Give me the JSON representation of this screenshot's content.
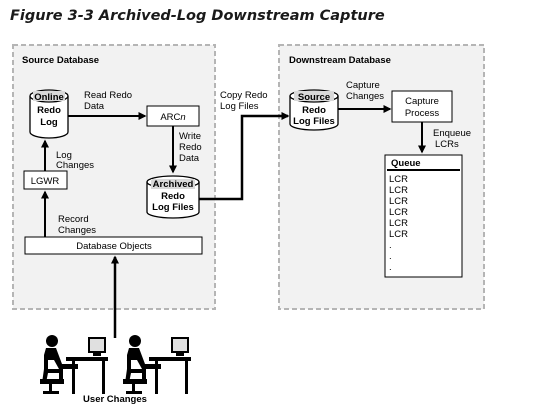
{
  "figure_title": "Figure 3-3 Archived-Log Downstream Capture",
  "source_db": {
    "title": "Source Database",
    "online_redo": [
      "Online",
      "Redo",
      "Log"
    ],
    "read_redo": [
      "Read Redo",
      "Data"
    ],
    "arcn": {
      "prefix": "ARC",
      "suffix": "n"
    },
    "write_redo": [
      "Write",
      "Redo",
      "Data"
    ],
    "archived": [
      "Archived",
      "Redo",
      "Log Files"
    ],
    "log_changes": [
      "Log",
      "Changes"
    ],
    "lgwr": "LGWR",
    "record_changes": [
      "Record",
      "Changes"
    ],
    "db_objects": "Database Objects"
  },
  "copy_redo": [
    "Copy Redo",
    "Log Files"
  ],
  "downstream_db": {
    "title": "Downstream Database",
    "source_redo": [
      "Source",
      "Redo",
      "Log Files"
    ],
    "capture_changes": [
      "Capture",
      "Changes"
    ],
    "capture_process": [
      "Capture",
      "Process"
    ],
    "enqueue": [
      "Enqueue",
      "LCRs"
    ],
    "queue_title": "Queue",
    "queue_items": [
      "LCR",
      "LCR",
      "LCR",
      "LCR",
      "LCR",
      "LCR",
      ".",
      ".",
      "."
    ]
  },
  "user_changes": "User Changes"
}
